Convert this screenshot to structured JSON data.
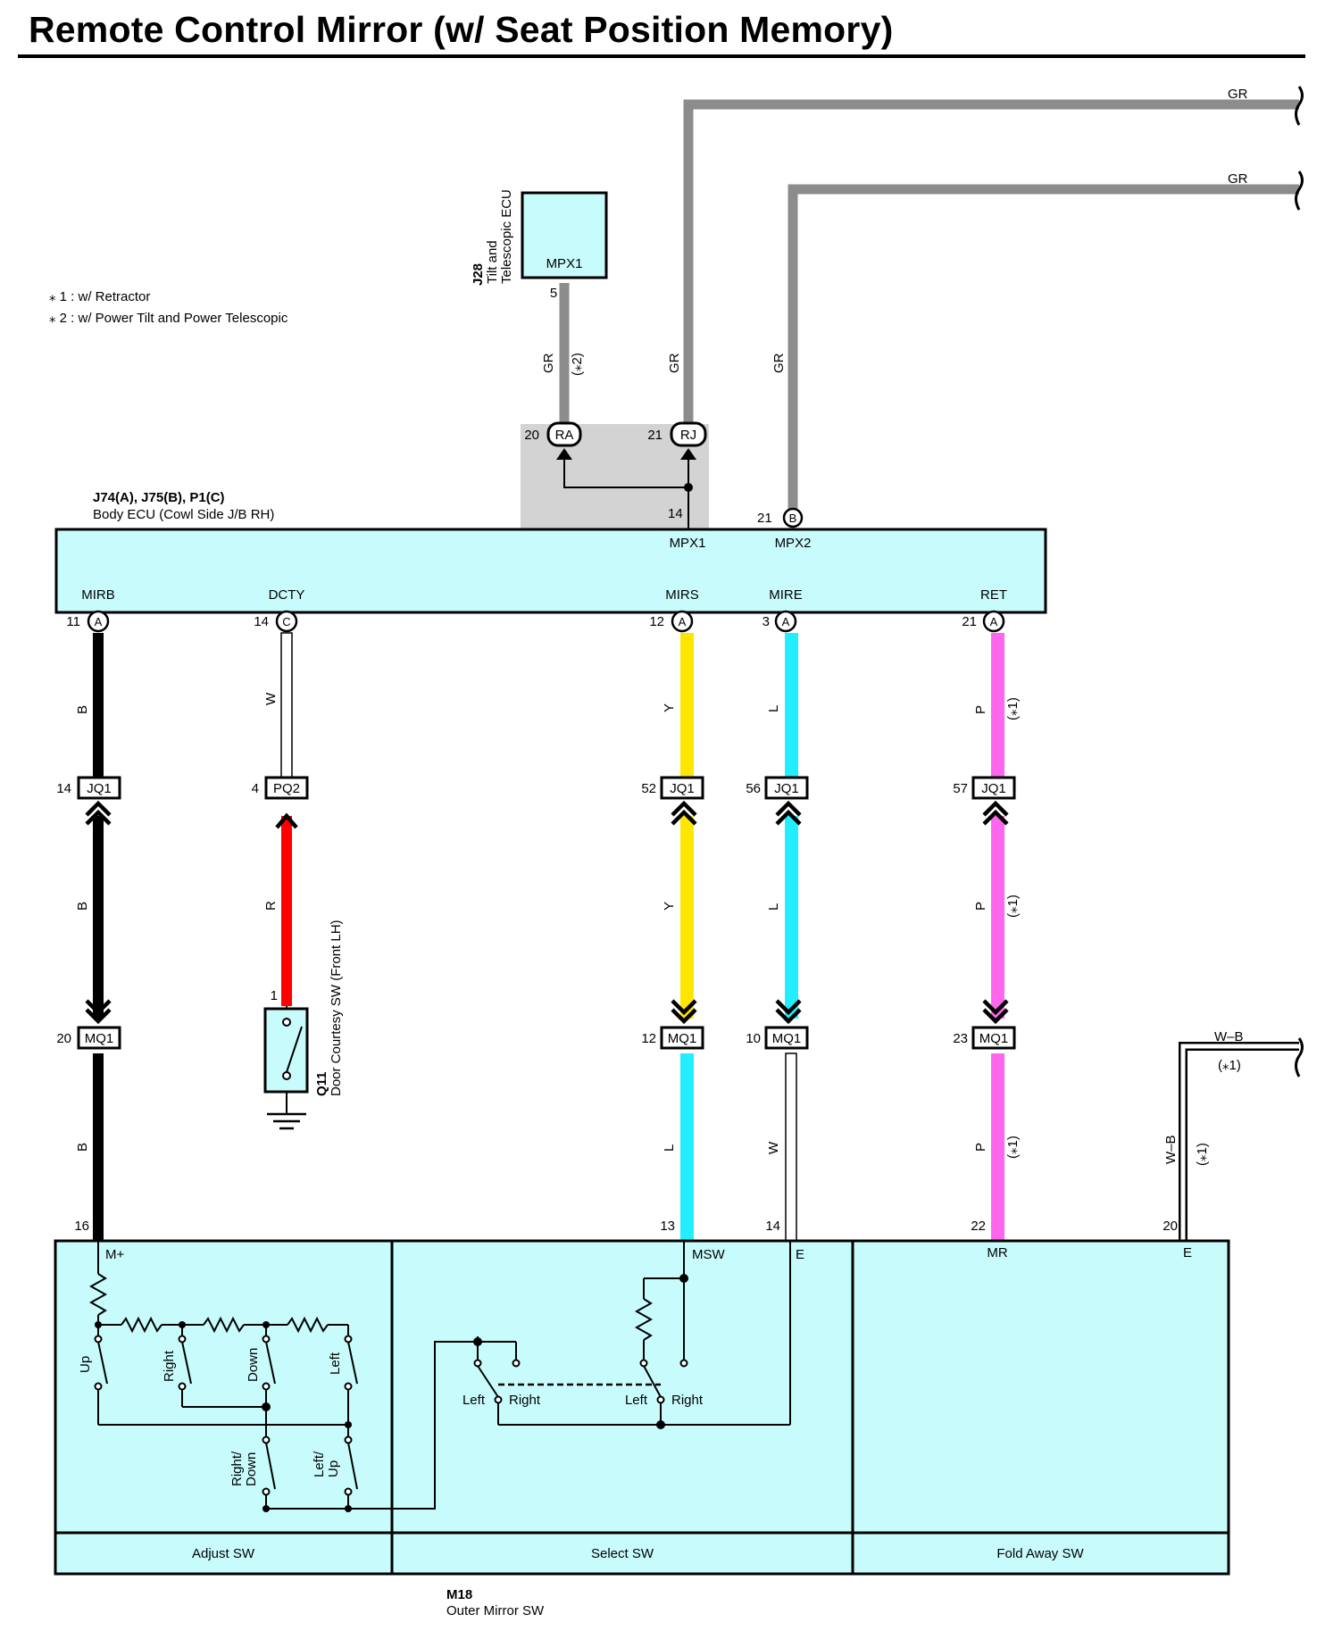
{
  "title": "Remote Control Mirror (w/ Seat Position Memory)",
  "notes": [
    "⁎ 1 : w/ Retractor",
    "⁎ 2 : w/ Power Tilt and Power Telescopic"
  ],
  "components": {
    "j28": {
      "code": "J28",
      "name": "Tilt and\nTelescopic ECU",
      "terminal": "MPX1",
      "pin": "5"
    },
    "body_ecu": {
      "code": "J74(A), J75(B), P1(C)",
      "name": "Body ECU (Cowl Side J/B RH)"
    },
    "q11": {
      "code": "Q11",
      "name": "Door Courtesy SW (Front LH)",
      "pin": "1"
    },
    "m18": {
      "code": "M18",
      "name": "Outer Mirror SW",
      "sections": [
        "Adjust SW",
        "Select SW",
        "Fold Away SW"
      ]
    }
  },
  "ecu_top_pins": [
    {
      "pin": "14",
      "terminal": "MPX1"
    },
    {
      "pin": "21",
      "connector": "B",
      "terminal": "MPX2"
    }
  ],
  "top_connectors": [
    {
      "pin": "20",
      "label": "RA"
    },
    {
      "pin": "21",
      "label": "RJ"
    }
  ],
  "top_wires": [
    {
      "color_code": "GR",
      "note": "(⁎2)"
    },
    {
      "color_code": "GR",
      "note": ""
    },
    {
      "color_code": "GR",
      "note": ""
    }
  ],
  "right_edge_labels": [
    "GR",
    "GR",
    "W–B",
    "(⁎1)"
  ],
  "circuits": [
    {
      "terminal": "MIRB",
      "ecu_pin": "11",
      "ecu_connector": "A",
      "color_code": "B",
      "note": "",
      "j1": {
        "pin": "14",
        "label": "JQ1"
      },
      "seg2_color": "B",
      "seg2_note": "",
      "j2": {
        "pin": "20",
        "label": "MQ1"
      },
      "seg3_color": "B",
      "seg3_note": "",
      "sw_pin": "16",
      "sw_terminal": "M+",
      "wire_hex": "#000000"
    },
    {
      "terminal": "DCTY",
      "ecu_pin": "14",
      "ecu_connector": "C",
      "color_code": "W",
      "note": "",
      "j1": {
        "pin": "4",
        "label": "PQ2"
      },
      "seg2_color": "R",
      "seg2_note": "",
      "wire_hex": "#ffffff",
      "seg2_hex": "#ff0000"
    },
    {
      "terminal": "MIRS",
      "ecu_pin": "12",
      "ecu_connector": "A",
      "color_code": "Y",
      "note": "",
      "j1": {
        "pin": "52",
        "label": "JQ1"
      },
      "seg2_color": "Y",
      "seg2_note": "",
      "j2": {
        "pin": "12",
        "label": "MQ1"
      },
      "seg3_color": "L",
      "seg3_note": "",
      "sw_pin": "13",
      "sw_terminal": "MSW",
      "wire_hex": "#ffe600",
      "seg3_hex": "#22eeff"
    },
    {
      "terminal": "MIRE",
      "ecu_pin": "3",
      "ecu_connector": "A",
      "color_code": "L",
      "note": "",
      "j1": {
        "pin": "56",
        "label": "JQ1"
      },
      "seg2_color": "L",
      "seg2_note": "",
      "j2": {
        "pin": "10",
        "label": "MQ1"
      },
      "seg3_color": "W",
      "seg3_note": "",
      "sw_pin": "14",
      "sw_terminal": "E",
      "wire_hex": "#22eeff"
    },
    {
      "terminal": "RET",
      "ecu_pin": "21",
      "ecu_connector": "A",
      "color_code": "P",
      "note": "(⁎1)",
      "j1": {
        "pin": "57",
        "label": "JQ1"
      },
      "seg2_color": "P",
      "seg2_note": "(⁎1)",
      "j2": {
        "pin": "23",
        "label": "MQ1"
      },
      "seg3_color": "P",
      "seg3_note": "(⁎1)",
      "sw_pin": "22",
      "sw_terminal": "MR",
      "wire_hex": "#ff66ee"
    },
    {
      "color_code": "W–B",
      "note": "(⁎1)",
      "sw_pin": "20",
      "sw_terminal": "E"
    }
  ],
  "adjust_sw_labels": [
    "Up",
    "Right",
    "Down",
    "Left",
    "Right/\nDown",
    "Left/\nUp"
  ],
  "select_sw_labels": [
    "Left",
    "Right",
    "Left",
    "Right"
  ],
  "colors": {
    "wire_gray": "#8c8c8c",
    "component_fill": "#c8fcfc",
    "connector_shade": "#d3d3d3"
  }
}
